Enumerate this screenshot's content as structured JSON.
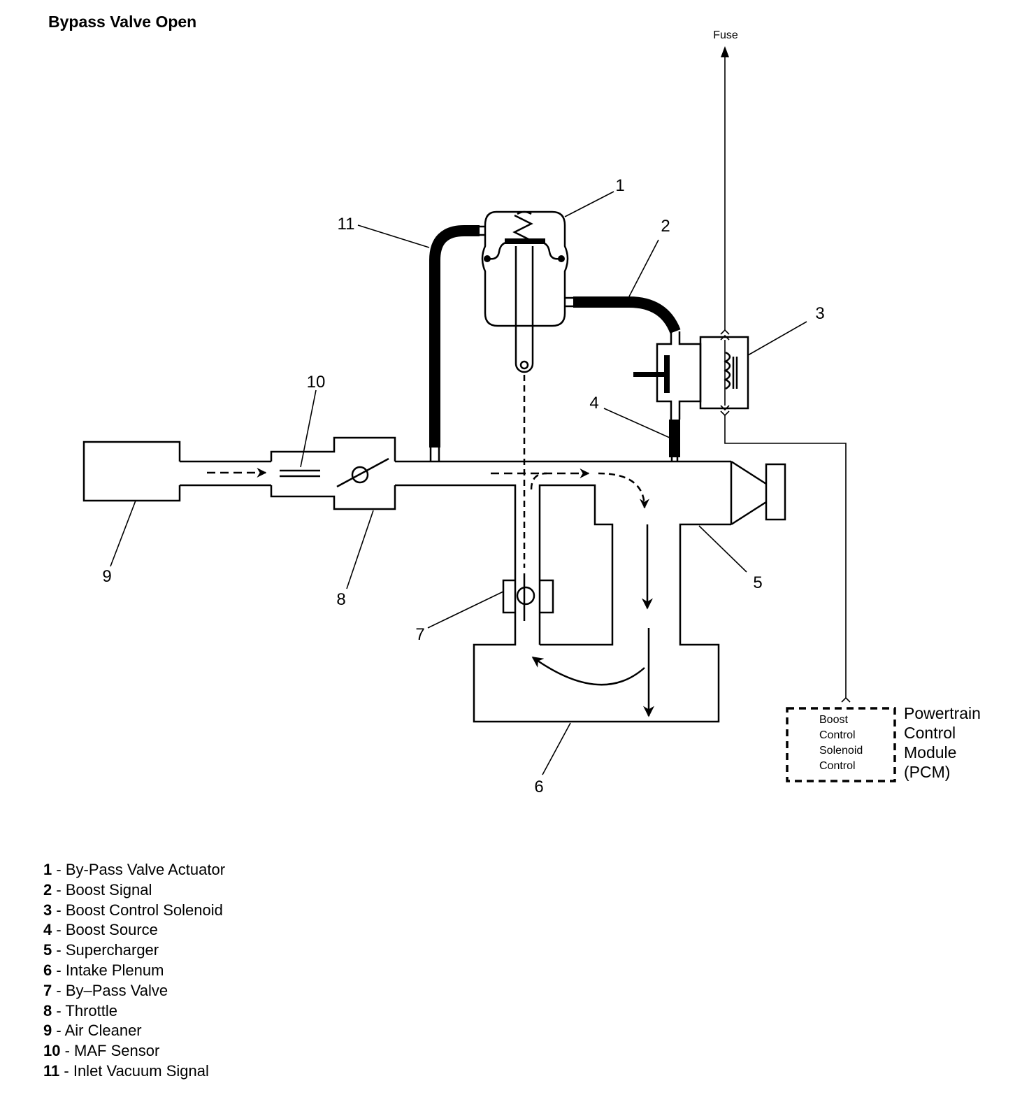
{
  "title": "Bypass Valve Open",
  "callouts": {
    "c1": "1",
    "c2": "2",
    "c3": "3",
    "c4": "4",
    "c5": "5",
    "c6": "6",
    "c7": "7",
    "c8": "8",
    "c9": "9",
    "c10": "10",
    "c11": "11"
  },
  "fuse_label": "Fuse",
  "pcm": {
    "inner_lines": [
      "Boost",
      "Control",
      "Solenoid",
      "Control"
    ],
    "outer_lines": [
      "Powertrain",
      "Control",
      "Module",
      "(PCM)"
    ]
  },
  "legend": [
    {
      "num": "1",
      "sep": " - ",
      "text": "By-Pass Valve Actuator"
    },
    {
      "num": "2",
      "sep": " - ",
      "text": "Boost Signal"
    },
    {
      "num": "3",
      "sep": " - ",
      "text": "Boost Control Solenoid"
    },
    {
      "num": "4",
      "sep": " - ",
      "text": "Boost Source"
    },
    {
      "num": "5",
      "sep": " - ",
      "text": "Supercharger"
    },
    {
      "num": "6",
      "sep": " - ",
      "text": "Intake Plenum"
    },
    {
      "num": "7",
      "sep": " - ",
      "text": "By–Pass Valve"
    },
    {
      "num": "8",
      "sep": " - ",
      "text": "Throttle"
    },
    {
      "num": "9",
      "sep": " - ",
      "text": "Air Cleaner"
    },
    {
      "num": "10",
      "sep": " - ",
      "text": "MAF Sensor"
    },
    {
      "num": "11",
      "sep": " - ",
      "text": "Inlet Vacuum Signal"
    }
  ]
}
